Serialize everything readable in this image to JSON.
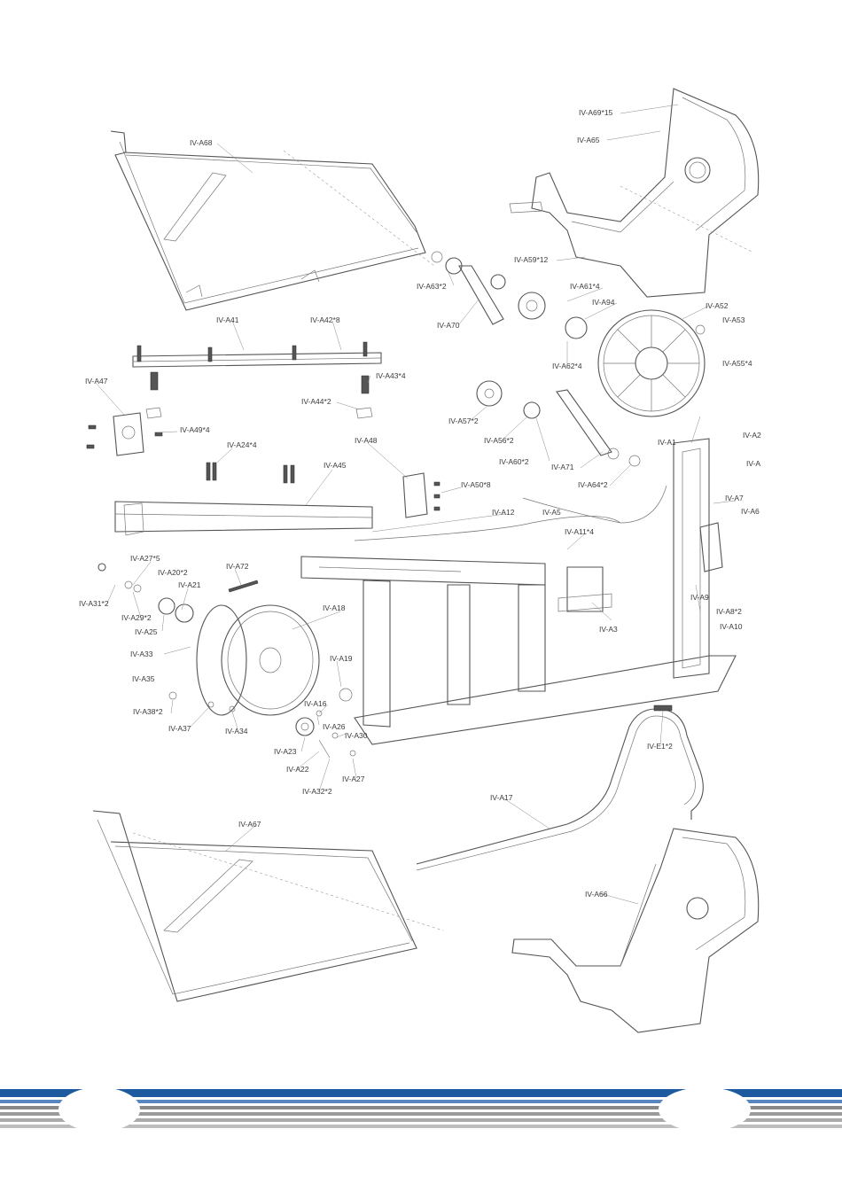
{
  "labels": {
    "a69": "IV-A69*15",
    "a65": "IV-A65",
    "a68": "IV-A68",
    "a59": "IV-A59*12",
    "a63": "IV-A63*2",
    "a61": "IV-A61*4",
    "a70": "IV-A70",
    "a94": "IV-A94",
    "a52": "IV-A52",
    "a53": "IV-A53",
    "a41": "IV-A41",
    "a42": "IV-A42*8",
    "a62": "IV-A62*4",
    "a55": "IV-A55*4",
    "a47": "IV-A47",
    "a43": "IV-A43*4",
    "a44": "IV-A44*2",
    "a57": "IV-A57*2",
    "a49": "IV-A49*4",
    "a56": "IV-A56*2",
    "a1": "IV-A1",
    "a2": "IV-A2",
    "a24": "IV-A24*4",
    "a48": "IV-A48",
    "a60": "IV-A60*2",
    "a71": "IV-A71",
    "a64": "IV-A64*2",
    "a4": "IV-A",
    "a45": "IV-A45",
    "a50": "IV-A50*8",
    "a7": "IV-A7",
    "a12": "IV-A12",
    "a5": "IV-A5",
    "a6": "IV-A6",
    "a11": "IV-A11*4",
    "a27_5": "IV-A27*5",
    "a72": "IV-A72",
    "a20": "IV-A20*2",
    "a21": "IV-A21",
    "a31": "IV-A31*2",
    "a29": "IV-A29*2",
    "a18": "IV-A18",
    "a9": "IV-A9",
    "a8": "IV-A8*2",
    "a3": "IV-A3",
    "a10": "IV-A10",
    "a25": "IV-A25",
    "a33": "IV-A33",
    "a19": "IV-A19",
    "a35": "IV-A35",
    "a16": "IV-A16",
    "a38": "IV-A38*2",
    "a37": "IV-A37",
    "a34": "IV-A34",
    "a26": "IV-A26",
    "a30": "IV-A30",
    "a23": "IV-A23",
    "e1": "IV-E1*2",
    "a22": "IV-A22",
    "a27": "IV-A27",
    "a32": "IV-A32*2",
    "a17": "IV-A17",
    "a67": "IV-A67",
    "a66": "IV-A66"
  },
  "colors": {
    "band_blue": "#1e5aa0",
    "band_grey": "#9a9a9a",
    "line": "#555555",
    "label": "#3a3a3a"
  }
}
